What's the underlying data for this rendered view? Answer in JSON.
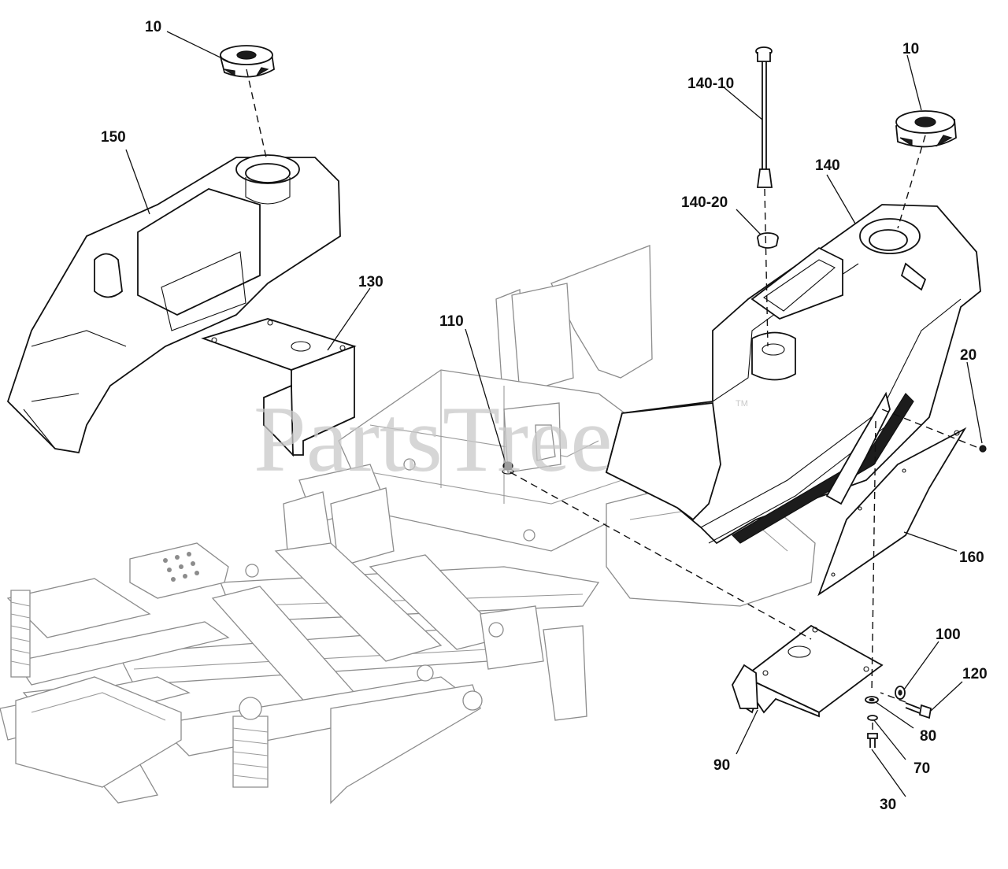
{
  "watermark": {
    "text": "PartsTree",
    "tm": "TM"
  },
  "callouts": [
    {
      "id": "c10a",
      "label": "10"
    },
    {
      "id": "c150",
      "label": "150"
    },
    {
      "id": "c130",
      "label": "130"
    },
    {
      "id": "c110",
      "label": "110"
    },
    {
      "id": "c140-10",
      "label": "140-10"
    },
    {
      "id": "c140-20",
      "label": "140-20"
    },
    {
      "id": "c140",
      "label": "140"
    },
    {
      "id": "c10b",
      "label": "10"
    },
    {
      "id": "c20",
      "label": "20"
    },
    {
      "id": "c160",
      "label": "160"
    },
    {
      "id": "c100",
      "label": "100"
    },
    {
      "id": "c120",
      "label": "120"
    },
    {
      "id": "c80",
      "label": "80"
    },
    {
      "id": "c70",
      "label": "70"
    },
    {
      "id": "c90",
      "label": "90"
    },
    {
      "id": "c30",
      "label": "30"
    }
  ]
}
